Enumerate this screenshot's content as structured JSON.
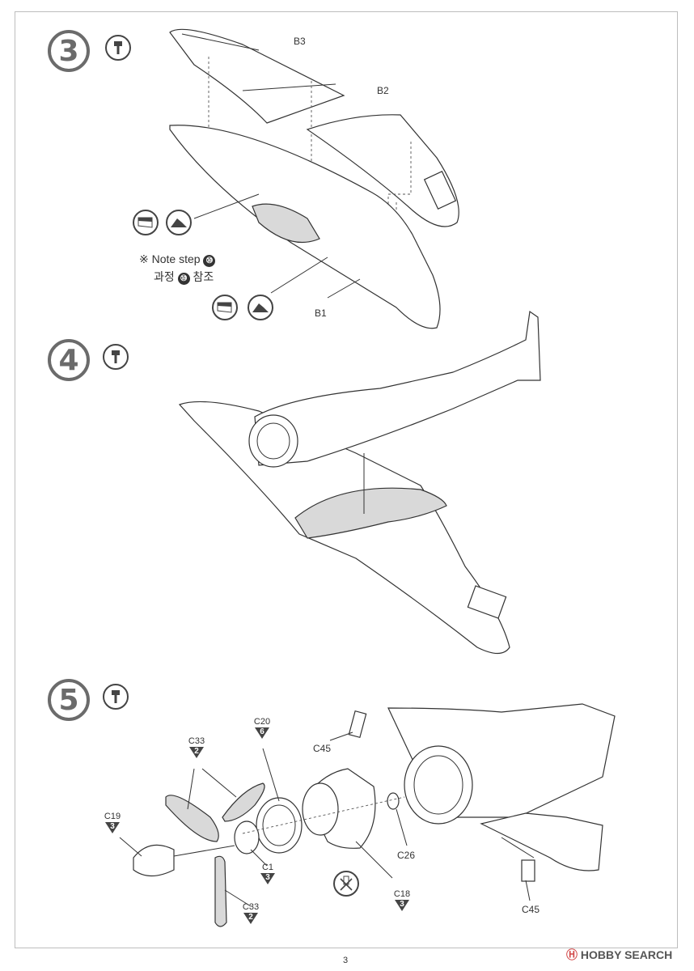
{
  "steps": [
    {
      "number": "3"
    },
    {
      "number": "4"
    },
    {
      "number": "5"
    }
  ],
  "icons": {
    "glue": "cement-glue-icon",
    "paint_option_a": "wing-paint-option-a-icon",
    "paint_option_b": "wing-paint-option-b-icon",
    "do_not_glue": "do-not-glue-icon"
  },
  "step3": {
    "parts": {
      "b3": "B3",
      "b2": "B2",
      "b1": "B1"
    },
    "note_en_prefix": "※  Note step ",
    "note_step": "⑩",
    "note_ko_prefix": "과정",
    "note_ko_suffix": "참조"
  },
  "step5": {
    "parts": [
      {
        "code": "C20",
        "qty": "6"
      },
      {
        "code": "C33",
        "qty": "2"
      },
      {
        "code": "C19",
        "qty": "3"
      },
      {
        "code": "C1",
        "qty": "3"
      },
      {
        "code": "C33",
        "qty": "2"
      },
      {
        "code": "C18",
        "qty": "3"
      }
    ],
    "labels": {
      "c45_top": "C45",
      "c26": "C26",
      "c45_bottom": "C45"
    }
  },
  "footer": {
    "page_number": "3",
    "watermark_h": "Ⓗ",
    "watermark_text": "HOBBY SEARCH"
  }
}
